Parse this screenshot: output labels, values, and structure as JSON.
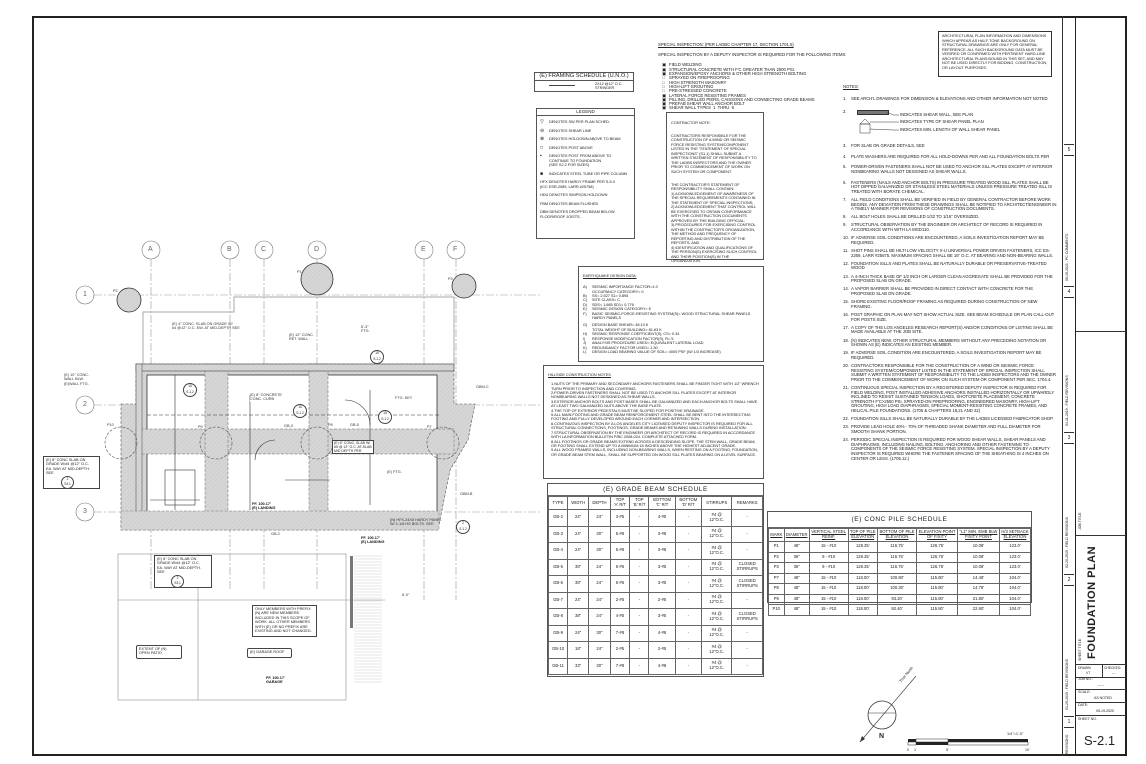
{
  "title_block": {
    "sheet_title_label": "SHEET TITLE:",
    "sheet_title": "FOUNDATION PLAN",
    "job_title_label": "JOB TITLE:",
    "drawn_label": "DRAWN:",
    "drawn_value": "VT",
    "checked_label": "CHECKED:",
    "checked_value": "---",
    "job_no_label": "JOB NO.:",
    "job_no_value": "-----",
    "scale_label": "SCALE:",
    "scale_value": "AS NOTED",
    "date_label": "DATE:",
    "date_value": "05-19-2020",
    "sheet_no_label": "SHEET NO.",
    "sheet_no": "S-2.1"
  },
  "revisions": {
    "label": "REVISIONS:",
    "items": [
      {
        "num": "1",
        "text": "01-29-2019 - FIELD REVISIONS"
      },
      {
        "num": "2",
        "text": "02-20-2019 - FIELD REVISIONS"
      },
      {
        "num": "3",
        "text": "04-11-2019 - FIELD REVISIONS"
      },
      {
        "num": "4",
        "text": "06-15-2021 - PC COMMENTS"
      },
      {
        "num": "5",
        "text": ""
      }
    ]
  },
  "arch_note": "ARCHITECTURAL PLAN INFORMATION AND DIMENSIONS WHICH APPEAR AS HALF-TONE BACKGROUND ON STRUCTURAL DRAWINGS ARE ONLY FOR GENERAL REFERENCE. ALL SUCH BACKGROUND DATA MUST BE VERIFIED OR CONFIRMED WITH PERTINENT HARD-LINE ARCHITECTURAL PLANS BOUND IN THIS SET, AND MAY NOT BE USED DIRECTLY FOR BIDDING, CONSTRUCTION, OR LAYOUT PURPOSES.",
  "notes": {
    "title": "NOTES:",
    "shear_wall_legend": [
      "INDICATES SHEAR WALL, SEE PLAN",
      "INDICATES TYPE OF SHEAR PANEL PLAN",
      "INDICATES MIN. LENGTH OF WALL SHEAR PANEL"
    ],
    "items_top": [
      {
        "n": "1.",
        "t": "SEE ARCH'L DRAWINGS FOR DIMENSION & ELEVATIONS AND OTHER INFORMATION NOT NOTED"
      },
      {
        "n": "2.",
        "t": ""
      }
    ],
    "items": [
      {
        "n": "3.",
        "t": "FOR SLAB ON GRADE DETAILS, SEE"
      },
      {
        "n": "4.",
        "t": "PLATE WASHERS ARE REQUIRED FOR ALL HOLD-DOWNS PER            AND ALL FOUNDATION BOLTS PER"
      },
      {
        "n": "5.",
        "t": "POWER-DRIVEN FASTENERS SHALL NOT BE USED TO ANCHOR SILL PLATES EXCEPT AT INTERIOR NONBEARING WALLS NOT DESIGNED AS SHEAR WALLS."
      },
      {
        "n": "6.",
        "t": "FASTENERS (NAILS AND ANCHOR BOLTS) IN PRESSURE TREATED WOOD SILL PLATES SHALL BE HOT DIPPED GALVANIZED OR STAINLESS STEEL MATERIALS UNLESS PRESSURE TREATED SILL IS TREATED WITH BORATE CHEMICAL."
      },
      {
        "n": "7.",
        "t": "ALL FIELD CONDITIONS SHALL BE VERIFIED IN FIELD BY GENERAL CONTRACTOR BEFORE WORK BEGINS. ANY DEVIATION FROM THESE DRAWINGS SHALL BE NOTIFIED TO ARCHITECT/ENGINEER IN A TIMELY MANNER FOR REVISIONS OF CONSTRUCTION DOCUMENTS."
      },
      {
        "n": "8.",
        "t": "ALL BOLT HOLES SHALL BE DRILLED 1/32 TO 1/16\" OVERSIZED."
      },
      {
        "n": "9.",
        "t": "STRUCTURAL OBSERVATION BY THE ENGINEER OR ARCHITECT OF RECORD IS REQUIRED IN ACCORDANCE WITH WITH LA MGD110."
      },
      {
        "n": "10.",
        "t": "IF ADVERSE SOIL CONDITIONS ARE ENCOUNTERED, A SOILS INVESTIGATION REPORT MAY BE REQUIRED."
      },
      {
        "n": "11.",
        "t": "SHOT PINS SHALL BE HILTI LOW VELOCITY X-U UNIVERSAL POWER DRIVEN FASTENERS, ICC ES-2269, LARR #25675. MAXIMUM SPACING SHALL BE 16\" O.C. AT BEARING AND NON-BEARING WALLS."
      },
      {
        "n": "12.",
        "t": "FOUNDATION SILLS AND PLATES SHALL BE NATURALLY DURABLE OR PRESERVATIVE-TREATED WOOD"
      },
      {
        "n": "13.",
        "t": "A 4-INCH THICK BASE OF 1/2 INCH OR LARGER CLEAN AGGREGATE SHALL BE PROVIDED FOR THE PROPOSED SLAB ON GRADE."
      },
      {
        "n": "14.",
        "t": "A VAPOR BARRIER SHALL BE PROVIDED IN DIRECT CONTACT WITH CONCRETE FOR THE PROPOSED SLAB ON GRADE."
      },
      {
        "n": "15.",
        "t": "SHORE EXISTING FLOOR/ROOF FRAMING AS REQUIRED DURING CONSTRUCTION OF NEW FRAMING."
      },
      {
        "n": "16.",
        "t": "POST GRAPHIC ON PLAN MAY NOT SHOW ACTUAL SIZE. SEE BEAM SCHEDULE OR PLAN CALL-OUT FOR POSTS SIZE."
      },
      {
        "n": "17.",
        "t": "A COPY OF THE LOS ANGELES RESEARCH REPORT(S) AND/OR CONDITIONS OF LISTING SHALL BE MADE AVAILABLE AT THE JOB SITE."
      },
      {
        "n": "18.",
        "t": "(N) INDICATES NEW. OTHER STRUCTURAL MEMBERS WITHOUT ANY PRECEDING NOTATION OR SHOWN AS (E) INDICATES AN EXISTING MEMBER."
      },
      {
        "n": "19.",
        "t": "IF ADVERSE SOIL CONDITION ARE ENCOUNTERED, A SOILS INVESTIGATION REPORT MAY BE REQUIRED."
      },
      {
        "n": "20.",
        "t": "CONTRACTORS RESPONSIBLE FOR THE CONSTRUCTION OF A WIND OR SEISMIC FORCE RESISTING SYSTEM/COMPONENT LISTED IN THE STATEMENT OF SPECIAL INSPECTION SHALL SUBMIT A WRITTEN STATEMENT OF RESPONSIBILITY TO THE LADBS INSPECTORS AND THE OWNER PRIOR TO THE COMMENCEMENT OF WORK ON SUCH SYSTEM OR COMPONENT PER SEC. 1704.4."
      },
      {
        "n": "21.",
        "t": "CONTINUOUS SPECIAL INSPECTION BY A REGISTERED DEPUTY INSPECTOR IS REQUIRED FOR FIELD WELDING, POST INSTALLED ADHESIVE ANCHORS INSTALLED HORIZONTALLY OR UPWARDLY INCLINED TO RESIST SUSTAINED TENSION LOADS, SHOTCRETE PLACEMENT, CONCRETE STRENGTH f'c>2500 psi, SPRAYED-ON FIREPROOFING, ENGINEERED MASONRY, HIGH-LIFT GROUTING, HIGH LOAD DIAPHRAGMS, SPECIAL MOMENT-RESISTING CONCRETE FRAMES, AND HELICAL PILE FOUNDATIONS. (1705 & CHAPTERS 18,21 AND 22)"
      },
      {
        "n": "22.",
        "t": "FOUNDATION SILLS SHALL BE NATURALLY DURABLE BY THE LADBS LICENSED FABRICATOR SHOP."
      },
      {
        "n": "23.",
        "t": "PROVIDE LEAD HOLE 40% - 70% OF THREADED SHANK DIAMETER AND FULL DIAMETER FOR SMOOTH SHANK PORTION."
      },
      {
        "n": "24.",
        "t": "PERIODIC SPECIAL INSPECTION IS REQUIRED FOR WOOD SHEAR WALLS, SHEAR PANELS AND DIAPHRAGMS, INCLUDING NAILING, BOLTING, ANCHORING AND OTHER FASTENING TO COMPONENTS OF THE SEISMIC FORCE RESISTING SYSTEM. SPECIAL INSPECTION BY A DEPUTY INSPECTOR IS REQUIRED WHERE THE FASTENER SPACING OF THE SHEATHING IS 4 INCHES ON CENTER OR LESS. (1705.12.)"
      }
    ]
  },
  "special_inspection": {
    "title": "SPECIAL INSPECTION: (PER LADBC CHAPTER 17, SECTION 1701.5)",
    "intro": "SPECIAL INSPECTION BY A DEPUTY INSPECTOR IS REQUIRED FOR THE FOLLOWING ITEMS:",
    "items": [
      {
        "checked": true,
        "t": "FIELD WELDING"
      },
      {
        "checked": true,
        "t": "STRUCTURAL CONCRETE WITH f'c GREATER THAN 2500 PSI."
      },
      {
        "checked": true,
        "t": "EXPANSION/EPOXY ANCHORS & OTHER HIGH STRENGTH BOLTING"
      },
      {
        "checked": false,
        "t": "SPRAYED ON FIREPROOFING"
      },
      {
        "checked": false,
        "t": "HIGH STRENGTH MASONRY"
      },
      {
        "checked": false,
        "t": "HIGH-LIFT GROUTING"
      },
      {
        "checked": false,
        "t": "PRE-STRESSED CONCRETE"
      },
      {
        "checked": true,
        "t": "LATERAL FORCE RESISTING FRAMES"
      },
      {
        "checked": true,
        "t": "PILLING, DRILLED PIERS, CAISSONS AND CONNECTING GRADE BEAMS"
      },
      {
        "checked": true,
        "t": "PREFAB SHEAR WALL ANCHOR BOLT"
      },
      {
        "checked": true,
        "t": "SHEAR WALL TYPES  1  THRU  6"
      }
    ]
  },
  "contractor_note": {
    "title": "CONTRACTOR NOTE:",
    "p1": "CONTRACTORS RESPONSIBLE FOR THE CONSTRUCTION OF A WIND OR SEISMIC FORCE RESISTING SYSTEM/COMPONENT LISTED IN THE \"STATEMENT OF SPECIAL INSPECTIONS\" (S1.1) SHALL SUBMIT A WRITTEN STATEMENT OF RESPONSIBILITY TO THE LADBS INSPECTORS AND THE OWNER PRIOR TO COMMENCEMENT OF WORK ON SUCH SYSTEM OR COMPONENT.",
    "p2": "THE CONTRACTOR'S STATEMENT OF RESPONSIBILITY SHALL CONTAIN:\n1) ACKNOWLEDGEMENT OF AWARENESS OF THE SPECIAL REQUIREMENTS CONTAINED IN THE STATEMENT OF SPECIAL INSPECTIONS;\n2) ACKNOWLEDGEMENT THAT CONTROL WILL BE EXERCISED TO OBTAIN CONFORMANCE WITH THE CONSTRUCTION DOCUMENTS APPROVED BY THE BUILDING OFFICIAL;\n3) PROCEDURES FOR EXERCISING CONTROL WITHIN THE CONTRACTOR'S ORGANIZATION, THE METHOD AND FREQUENCY OF REPORTING AND DISTRIBUTION OF THE REPORTS; AND\n4) IDENTIFICATION AND QUALIFICATIONS OF THE PERSON(S) EXERCISING SUCH CONTROL AND THEIR POSITION(S) IN THE ORGANIZATION."
  },
  "earthquake": {
    "title": "EARTHQUAKE DESIGN DATA:",
    "items": [
      {
        "k": "a)",
        "t": "SEISMIC IMPORTANCE FACTOR=1.0\nOCCUPANCY CATEGORY= II"
      },
      {
        "k": "b)",
        "t": "Ss= 2.527          S1= 0.895"
      },
      {
        "k": "c)",
        "t": "SITE CLASS= C"
      },
      {
        "k": "d)",
        "t": "SDS= 1.685          SD1= 0.776"
      },
      {
        "k": "e)",
        "t": "SEISMIC DESIGN CATEGORY= E"
      },
      {
        "k": "f)",
        "t": "BASIC SEISMIC-FORCE-RESISTING SYSTEM(S)=  WOOD STRUCTURAL SHEAR PANELS\n                                                                    HARDY PANELS"
      },
      {
        "k": "g)",
        "t": "DESIGN BASE SHEAR= 48.13 K\nTOTAL WEIGHT OF BUILDING= 81.63 K"
      },
      {
        "k": "h)",
        "t": "SEISMIC RESPONSE COEFFICIENT(S), Cs= 0.34"
      },
      {
        "k": "i)",
        "t": "RESPONSE MODIFICATION FACTOR(S), R= 5"
      },
      {
        "k": "j)",
        "t": "ANALYSIS PROCEDURE USED= EQUIVALENT LATERAL LOAD"
      },
      {
        "k": "k)",
        "t": "REDUNDANCY FACTOR USED= 1.30"
      },
      {
        "k": "l)",
        "t": "DESIGN LOAD BEARING VALUE OF SOIL= 4000 PSF (W/ 1/3 INCREASE)"
      }
    ]
  },
  "hillside": {
    "title": "HILLSIDE CONSTRUCTION NOTES",
    "items": [
      "1.NUTS OF THE PRIMARY AND SECONDARY ANCHORS FASTENERS SHALL BE FINGER TIGHT WITH 1/2\" WRENCH TURN PRIOR TO INSPECTION AND COVERING.",
      "2.POWER-DRIVEN FASTENERS SHALL NOT BE USED TO ANCHOR SILL PLATES EXCEPT AT INTERIOR NONBEARING WALLS NOT DESIGNED AS SHEAR WALLS.",
      "3.EXTERIOR ANCHOR BOLTS AND POST BASES SHALL BE GALVANIZED AND EACH ANCHOR BOLTS SHALL HAVE AT LEAST TWO GALVANIZED NUTS ABOVE THE BASE PLATE.",
      "4.THE TOP OF EXTERIOR PEDESTALS MUST BE SLOPED FOR POSITIVE DRAINAGE.",
      "5.ALL MAIN FOOTING AND GRADE BEAM REINFORCEMENT STEEL SHALL BE BENT INTO THE INTERSECTING FOOTING AND FULLY DEVELOPED AROUND EACH CORNER AND INTERSECTION.",
      "6.CONTINUOUS INSPECTION BY A LOS ANGELES CITY LICENSED DEPUTY INSPECTOR IS REQUIRED FOR ALL STRUCTURAL CONNECTIONS, FOOTINGS, GRADE BEAMS AND RETAINING WALLS DURING INSTALLATION.",
      "7.STRUCTURAL OBSERVATION BY THE ENGINEER OR ARCHITECT OF RECORD IS REQUIRED IN ACCORDANCE WITH LA INFORMATION BULLETIN P/BC 2008-024. COMPLETE ATTACHED FORM.",
      "8.ALL FOOTINGS OR GRADE BEAMS EXTEND ACROSS A DESCENDING SLOPE. THE STEM WALL, GRADE BEAM, OR FOOTING SHALL EXTEND UP TO A MINIMUM 18 INCHES ABOVE THE HIGHEST ADJACENT GRADE.",
      "9.ALL WOOD FRAMED WALLS, INCLUDING NON-BEARING WALLS, WHEN RESTING ON A FOOTING, FOUNDATION, OR GRADE BEAM STEM WALL, SHALL BE SUPPORTED ON WOOD SILL PLATES BEARING ON A LEVEL SURFACE."
    ]
  },
  "framing_schedule": {
    "title": "(E) FRAMING SCHEDULE (U.N.O.)",
    "item": "2x12 @12\" O.C.\nSTRINGER"
  },
  "legend": {
    "title": "LEGEND",
    "items": [
      {
        "icon": "shear-wall-triangle-icon",
        "g": "▽",
        "t": "DENOTES SW PER PLAN SCHED."
      },
      {
        "icon": "shear-line-icon",
        "g": "⊖",
        "t": "DENOTES SHEAR LINE"
      },
      {
        "icon": "holdown-icon",
        "g": "⊗",
        "t": "DENOTES HOLDOWN ABOVE TO BEAM"
      },
      {
        "icon": "post-above-icon",
        "g": "□",
        "t": "DENOTES POST ABOVE"
      },
      {
        "icon": "post-continue-icon",
        "g": "▪",
        "t": "DENOTES POST FROM ABOVE TO CONTINUE TO FOUNDATION\n(SEE S2.2 FOR SIZES)"
      },
      {
        "icon": "steel-column-icon",
        "g": "■",
        "t": "INDICATES STEEL TUBE OR PIPE COLUMN"
      },
      {
        "icon": "",
        "g": "",
        "t": "HFX DENOTES HARDY FRAME PER S-5.0\n(ICC ESR-2089, LARR #25758)"
      },
      {
        "icon": "",
        "g": "",
        "t": "HDU DENOTES SIMPSON HOLDOWN"
      },
      {
        "icon": "",
        "g": "",
        "t": "FBM DENOTES BEAM FLUSHED"
      },
      {
        "icon": "",
        "g": "",
        "t": "DBM DENOTES DROPPED BEAM BELOW FLOOR/ROOF JOISTS."
      }
    ]
  },
  "grade_beam": {
    "title": "(E) GRADE BEAM SCHEDULE",
    "headers": [
      "TYPE",
      "WIDTH",
      "DEPTH",
      "TOP\n'A' R/T",
      "TOP\n'B' R/T",
      "BOTTOM\n'C' R/T",
      "BOTTOM\n'D' R/T",
      "STIRRUPS",
      "REMARKS"
    ],
    "rows": [
      [
        "GB-2",
        "24\"",
        "24\"",
        "3-#5",
        "-",
        "4-#5",
        "-",
        "#4 @\n12\"O.C.",
        "-"
      ],
      [
        "GB-3",
        "24\"",
        "30\"",
        "5-#8",
        "-",
        "3-#8",
        "-",
        "#4 @\n12\"O.C.",
        "-"
      ],
      [
        "GB-4",
        "24\"",
        "30\"",
        "5-#8",
        "-",
        "3-#8",
        "-",
        "#4 @\n12\"O.C.",
        "-"
      ],
      [
        "GB-5",
        "38\"",
        "24\"",
        "6-#5",
        "-",
        "3-#5",
        "-",
        "#4 @\n12\"O.C.",
        "CLOSED\nSTIRRUPS"
      ],
      [
        "GB-6",
        "38\"",
        "24\"",
        "6-#5",
        "-",
        "3-#5",
        "-",
        "#4 @\n12\"O.C.",
        "CLOSED\nSTIRRUPS"
      ],
      [
        "GB-7",
        "24\"",
        "24\"",
        "2-#5",
        "-",
        "2-#5",
        "-",
        "#4 @\n12\"O.C.",
        "-"
      ],
      [
        "GB-8",
        "38\"",
        "24\"",
        "4-#5",
        "-",
        "3-#5",
        "-",
        "#4 @\n12\"O.C.",
        "CLOSED\nSTIRRUPS"
      ],
      [
        "GB-9",
        "24\"",
        "30\"",
        "7-#8",
        "-",
        "4-#8",
        "-",
        "#4 @\n12\"O.C.",
        "-"
      ],
      [
        "GB-10",
        "18\"",
        "24\"",
        "2-#5",
        "-",
        "2-#5",
        "-",
        "#4 @\n12\"O.C.",
        "-"
      ],
      [
        "GB-11",
        "33\"",
        "30\"",
        "7-#8",
        "-",
        "4-#8",
        "-",
        "#4 @\n12\"O.C.",
        "-"
      ]
    ]
  },
  "pile_schedule": {
    "title": "(E) CONC PILE SCHEDULE",
    "headers": [
      "MARK",
      "DIAMETER",
      "VERTICAL STEEL\nREINF.",
      "TOP OF PILE\nELEVATION",
      "BOTTOM OF PILE\nELEVATION",
      "ELEVATION POINT\nOF FIXITY",
      "\"L1\" MIN. EMB BLW\nFIXITY POINT",
      "H/3 SETBACK\nELEVATION"
    ],
    "rows": [
      [
        "P1",
        "48\"",
        "15 - #10",
        "128.25'",
        "116.75'",
        "126.75'",
        "10.08'",
        "123.0'"
      ],
      [
        "P2",
        "36\"",
        "9 - #10",
        "128.25'",
        "116.75'",
        "126.75'",
        "10.08'",
        "123.0'"
      ],
      [
        "P3",
        "36\"",
        "9 - #10",
        "128.25'",
        "116.75'",
        "126.75'",
        "10.08'",
        "123.0'"
      ],
      [
        "P7",
        "48\"",
        "15 - #10",
        "118.00'",
        "100.80'",
        "115.80'",
        "14.48'",
        "104.0'"
      ],
      [
        "P8",
        "48\"",
        "15 - #10",
        "118.00'",
        "100.30'",
        "115.80'",
        "14.78'",
        "104.0'"
      ],
      [
        "P9",
        "48\"",
        "15 - #10",
        "118.00'",
        "93.20'",
        "115.80'",
        "21.80'",
        "104.0'"
      ],
      [
        "P10",
        "48\"",
        "15 - #10",
        "118.00'",
        "92.40'",
        "115.80'",
        "22.60'",
        "104.0'"
      ]
    ]
  },
  "plan": {
    "grid_columns": [
      "A",
      "B",
      "C",
      "D",
      "E",
      "F"
    ],
    "grid_rows": [
      "1",
      "2",
      "3"
    ],
    "piles": [
      "P2",
      "P1",
      "P3",
      "P10",
      "P9",
      "P8",
      "P7"
    ],
    "labels": {
      "wall": "(E) 10\" CONC.\nWALL BLW.\n(E)WALL FTG.",
      "slab4": "(E) 4\" CONC. SLAB ON GRADE w/\n#4 @12\" o.c. EW. AT MID-DEPTH SEE",
      "retwall": "(E) 12\" CONC.\nRET. WALL",
      "ftg63": "6'-3\"\nFTG.",
      "curb": "(E) 8\" CONCRETE\nCONC. CURB",
      "ftgkey": "FTG. KEY",
      "gbmc": "GBM-C",
      "gbmb": "GBM-B",
      "gb3": "GB-3",
      "gb5": "GB-5",
      "gb2": "GB-2",
      "slab6r": "(E) 6\" CONC. SLAB W/\n#5 @ 12\" O.C. AT-SLAB\nMID DEPTH PER",
      "eftg": "(E) FTG.",
      "hardy": "(N) HFX-24x8 HARDY PANEL\nW/ 1-1/8 HS BOLTS. SEE",
      "landing1": "FF. 100.17'\n(E) LANDING",
      "landing2": "FF. 100.17'\n(E) LANDING",
      "garage_ff": "FF. 100.17'\nGARAGE",
      "dim6": "6'-0\"",
      "slab8": "(E) 8\" CONC SLAB ON\nGRADE W/#4 @12\" O.C.\nEA. WAY AT MID-DEPTH.\nSEE",
      "slab6": "(E) 6\" CONC SLAB ON\nGRADE W/#4 @12\" O.C.\nEA. WAY AT MID-DEPTH.\nSEE",
      "prefix": "ONLY MEMBERS WITH PREFIX\n(N) ARE NEW MEMBERS\nINCLUDED IN THIS SCOPE OF\nWORK. ALL OTHER MEMBERS\nWITH (E) OR NO PREFIX ARE\nEXISTING AND NOT CHANGED.",
      "patio": "EXTENT OF (N)\nOPEN PATIO",
      "garage_roof": "(E) GARAGE ROOF",
      "detail_ref": "S-1.2",
      "detail_num": "15",
      "detail_s31": "S3.1",
      "detail_2": "2"
    }
  },
  "north_arrow": {
    "label": "True North",
    "letter": "N"
  },
  "scale_bar": {
    "label": "1/4\"=1'-0\"",
    "ticks": [
      "0",
      "1'",
      "5'",
      "10'"
    ]
  }
}
